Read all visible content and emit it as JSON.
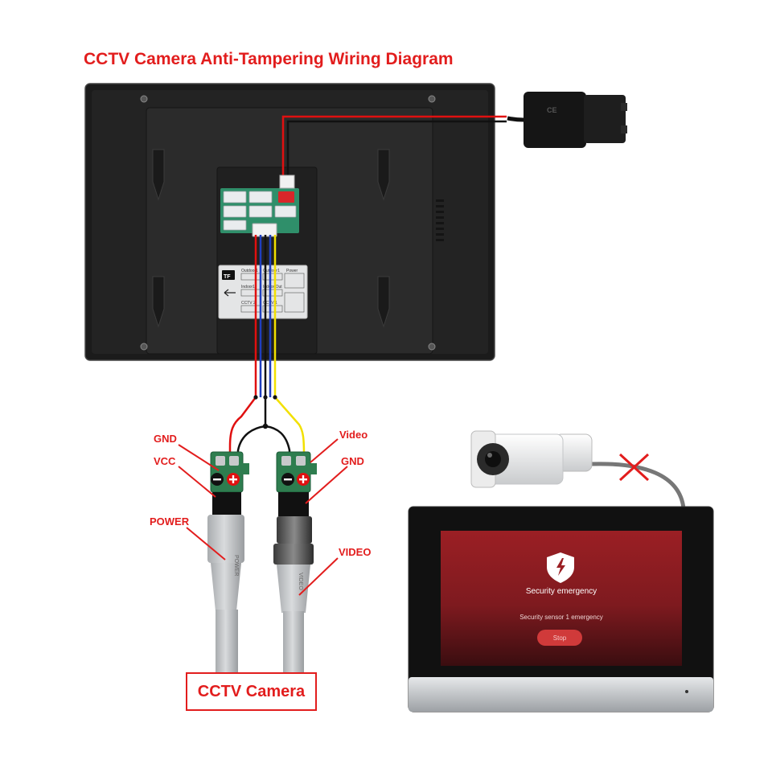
{
  "title": "CCTV Camera Anti-Tampering Wiring Diagram",
  "labels": {
    "gnd_left": "GND",
    "vcc": "VCC",
    "power": "POWER",
    "video_top": "Video",
    "gnd_right": "GND",
    "video_bottom": "VIDEO",
    "cctv_camera": "CCTV Camera"
  },
  "monitor_screen": {
    "heading": "Security emergency",
    "message": "Security sensor 1 emergency",
    "button": "Stop"
  },
  "back_panel": {
    "tf_label": "TF",
    "ports": [
      "Outdoor1",
      "Outdoor1",
      "Power",
      "Indoor1",
      "Indoor Out",
      "CCTV 2",
      "CCTV 1"
    ],
    "power_cable_text": "POWER",
    "video_cable_text": "VIDEO"
  },
  "colors": {
    "label_red": "#e21d1d",
    "wire_red": "#e01010",
    "wire_blue": "#1f3fbf",
    "wire_yellow": "#f2e000",
    "wire_black": "#111111",
    "terminal_green": "#2e7d4f",
    "screen_red": "#8c1b1f"
  },
  "icons": [
    "shield-lightning-icon",
    "tamper-cross-icon",
    "minus-icon",
    "plus-icon",
    "tf-card-icon",
    "arrow-left-icon"
  ]
}
